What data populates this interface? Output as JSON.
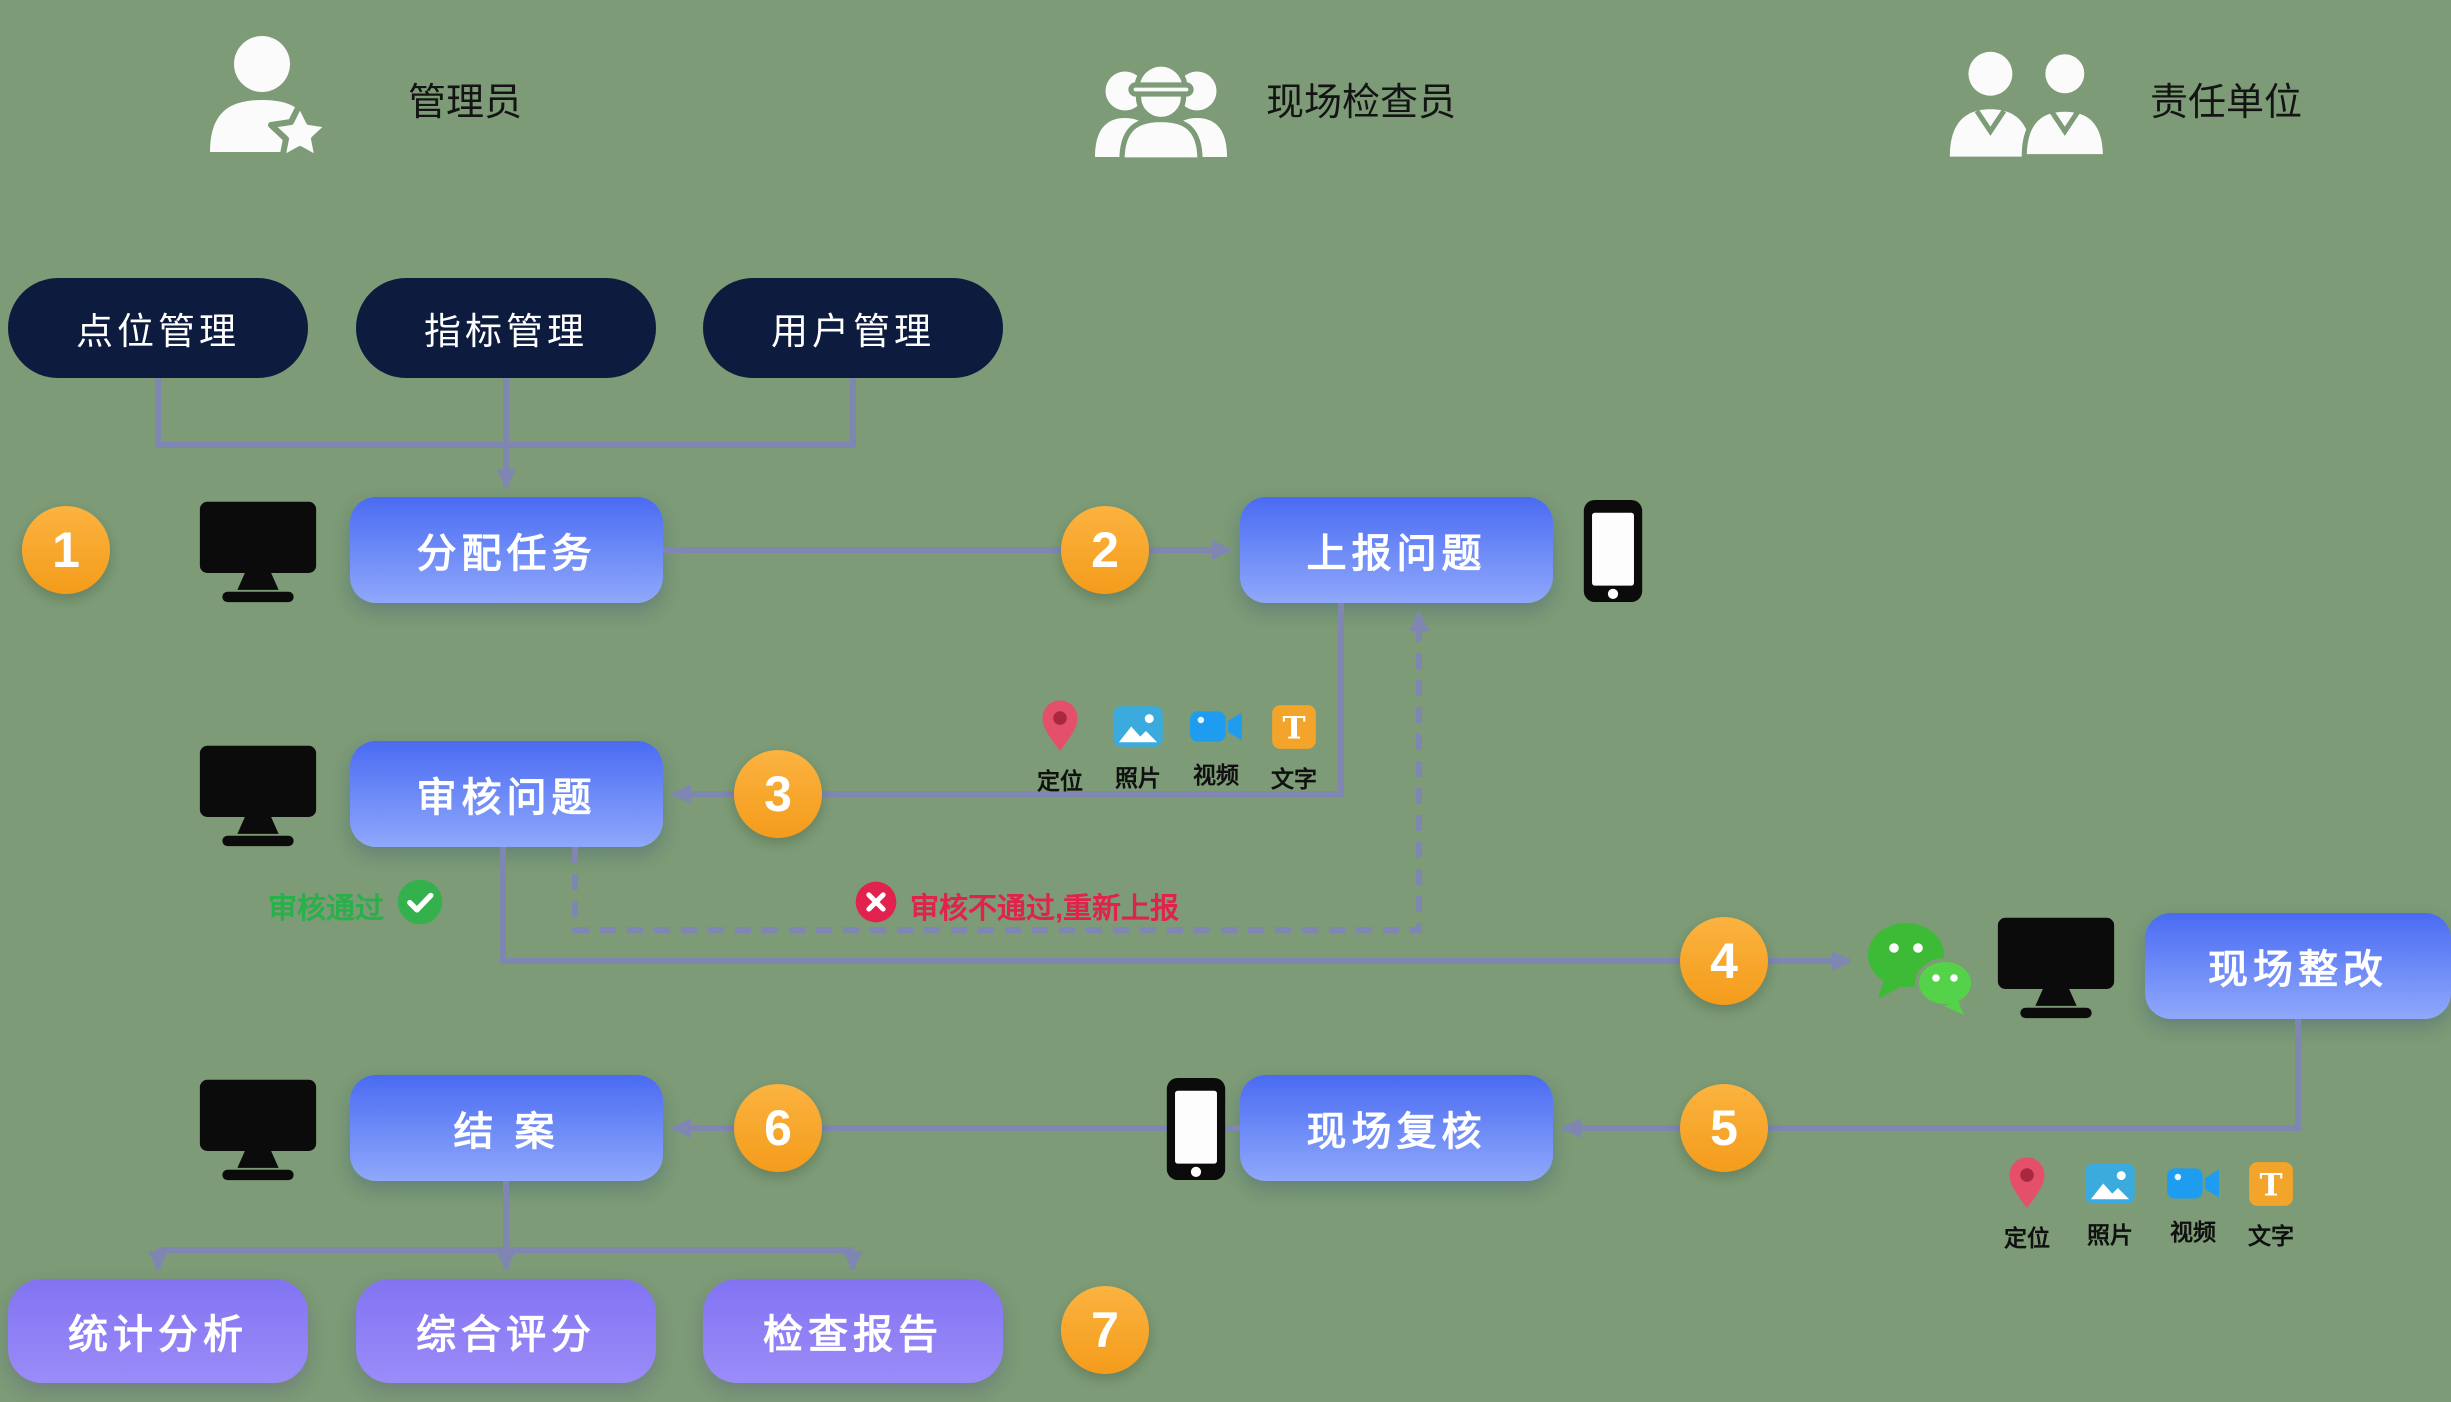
{
  "roles": [
    {
      "label": "管理员"
    },
    {
      "label": "现场检查员"
    },
    {
      "label": "责任单位"
    }
  ],
  "admin_tools": [
    {
      "label": "点位管理"
    },
    {
      "label": "指标管理"
    },
    {
      "label": "用户管理"
    }
  ],
  "steps": {
    "assign": "分配任务",
    "report": "上报问题",
    "review": "审核问题",
    "rectify": "现场整改",
    "recheck": "现场复核",
    "close": "结 案"
  },
  "outputs": [
    {
      "label": "统计分析"
    },
    {
      "label": "综合评分"
    },
    {
      "label": "检查报告"
    }
  ],
  "badges": [
    "1",
    "2",
    "3",
    "4",
    "5",
    "6",
    "7"
  ],
  "status": {
    "pass": "审核通过",
    "fail": "审核不通过,重新上报"
  },
  "evidence": [
    "定位",
    "照片",
    "视频",
    "文字"
  ],
  "colors": {
    "background": "#7c9b76",
    "dark_pill": "#0d1c3e",
    "step_gradient_top": "#4a6bf2",
    "step_gradient_bottom": "#8fa8fb",
    "output_gradient_top": "#8273f2",
    "output_gradient_bottom": "#9a8cf8",
    "badge_orange": "#f9a42a",
    "connector": "#7f86b2",
    "pass_green": "#2ab04a",
    "fail_red": "#e02349",
    "wechat_green": "#3dbb36"
  }
}
